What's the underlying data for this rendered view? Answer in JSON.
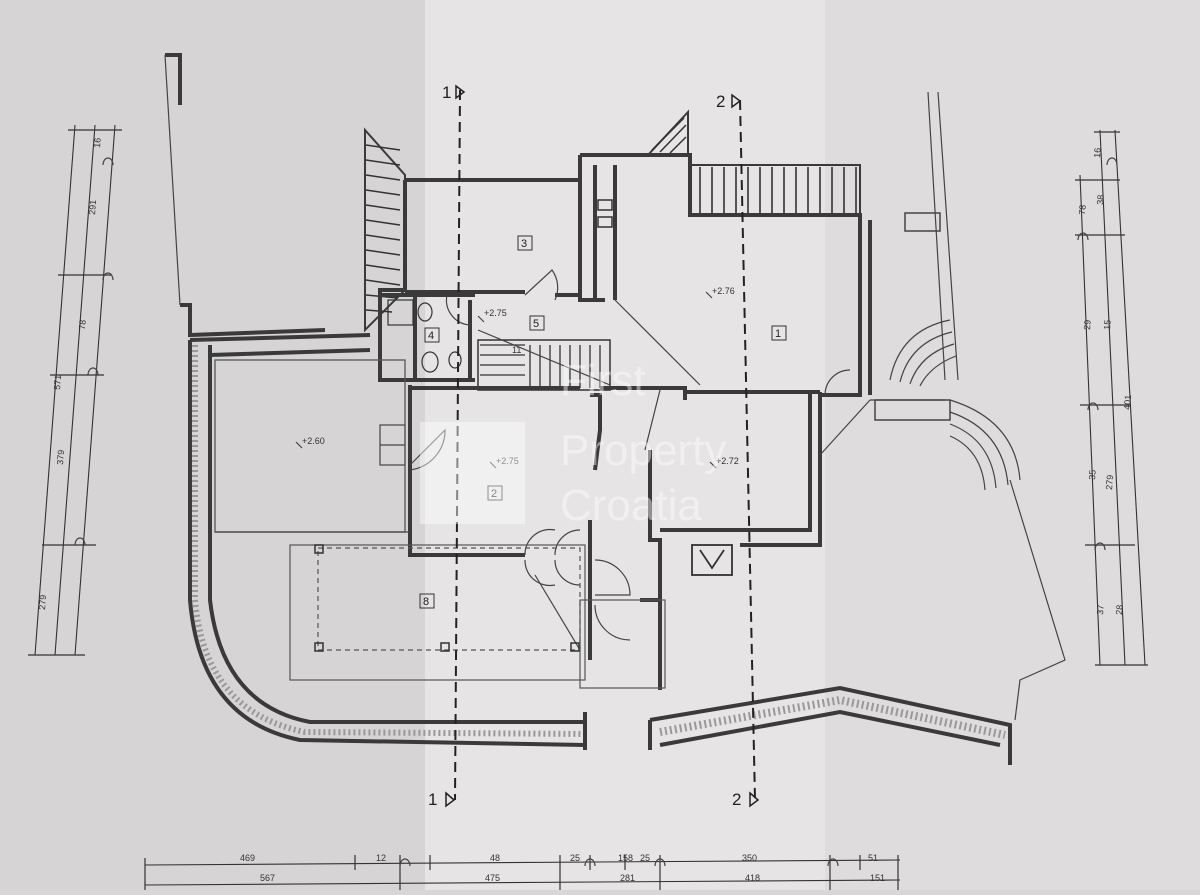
{
  "plan": {
    "section_markers": [
      "1",
      "2"
    ],
    "rooms": [
      {
        "label": "1"
      },
      {
        "label": "2"
      },
      {
        "label": "3"
      },
      {
        "label": "4"
      },
      {
        "label": "5"
      },
      {
        "label": "8"
      }
    ],
    "levels": [
      "+2.76",
      "+2.75",
      "+2.75",
      "+2.72",
      "+2.60"
    ],
    "stair_step_label": "11"
  },
  "watermark": {
    "line1": "First",
    "line2": "Property",
    "line3": "Croatia"
  },
  "dimensions": {
    "bottom_row_1": [
      "469",
      "12",
      "48",
      "25",
      "158",
      "25",
      "350",
      "51"
    ],
    "bottom_row_2": [
      "567",
      "475",
      "281",
      "418",
      "151"
    ],
    "left_chain": [
      "16",
      "291",
      "78",
      "571",
      "279",
      "379"
    ],
    "right_chain": [
      "16",
      "38",
      "78",
      "29",
      "15",
      "401",
      "35",
      "279",
      "37",
      "28"
    ]
  },
  "colors": {
    "paper": "#d8d6d6",
    "line": "#3a3a3a",
    "watermark": "#ffffff"
  }
}
